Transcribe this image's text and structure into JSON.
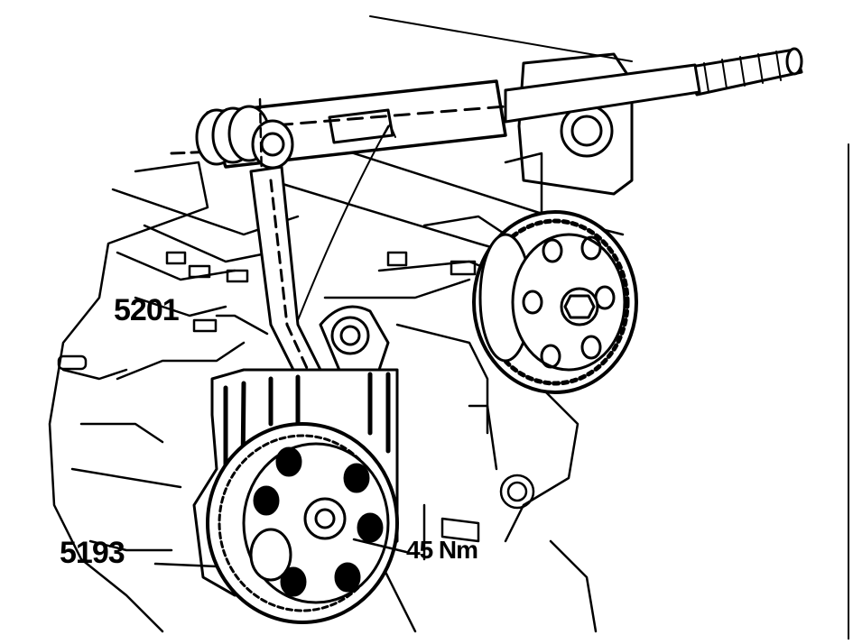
{
  "figure": {
    "callouts": {
      "tool_5201": "5201",
      "tool_5193": "5193",
      "torque": "45 Nm"
    }
  }
}
